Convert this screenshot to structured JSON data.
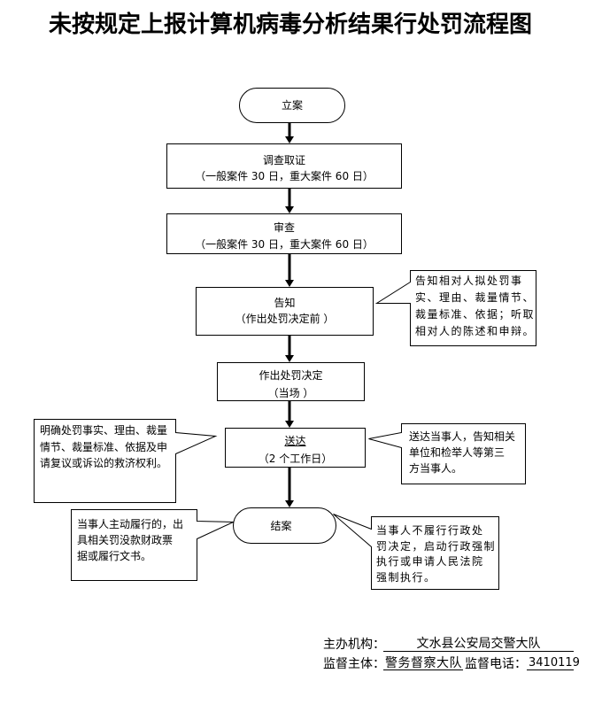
{
  "title": "未按规定上报计算机病毒分析结果行处罚流程图",
  "flow": {
    "start": {
      "label": "立案"
    },
    "steps": [
      {
        "title": "调查取证",
        "note": "（一般案件 30 日，重大案件 60 日）"
      },
      {
        "title": "审查",
        "note": "（一般案件 30 日，重大案件 60 日）"
      },
      {
        "title": "告知",
        "note": "（作出处罚决定前 ）"
      },
      {
        "title": "作出处罚决定",
        "note": "（当场 ）"
      },
      {
        "title": "送达",
        "note": "（2 个工作日）"
      }
    ],
    "end": {
      "label": "结案"
    }
  },
  "callouts": {
    "notify": {
      "lines": [
        "告知相对人拟处罚事",
        "实、理由、裁量情节、",
        "裁量标准、依据；听取",
        "相对人的陈述和申辩。"
      ]
    },
    "deliver_left": {
      "lines": [
        "明确处罚事实、理由、裁量",
        "情节、裁量标准、依据及申",
        "请复议或诉讼的救济权利。"
      ]
    },
    "deliver_right": {
      "lines": [
        "送达当事人，告知相关",
        "单位和检举人等第三",
        "方当事人。"
      ]
    },
    "end_left": {
      "lines": [
        "当事人主动履行的，出",
        "具相关罚没款财政票",
        "据或履行文书。"
      ]
    },
    "end_right": {
      "lines": [
        "当事人不履行行政处",
        "罚决定，启动行政强制",
        "执行或申请人民法院",
        "强制执行。"
      ]
    }
  },
  "footer": {
    "organizer_label": "主办机构：",
    "organizer_value": "文水县公安局交警大队",
    "supervisor_label": "监督主体：",
    "supervisor_value": "警务督察大队",
    "phone_label": "监督电话：",
    "phone_value": "3410119"
  }
}
